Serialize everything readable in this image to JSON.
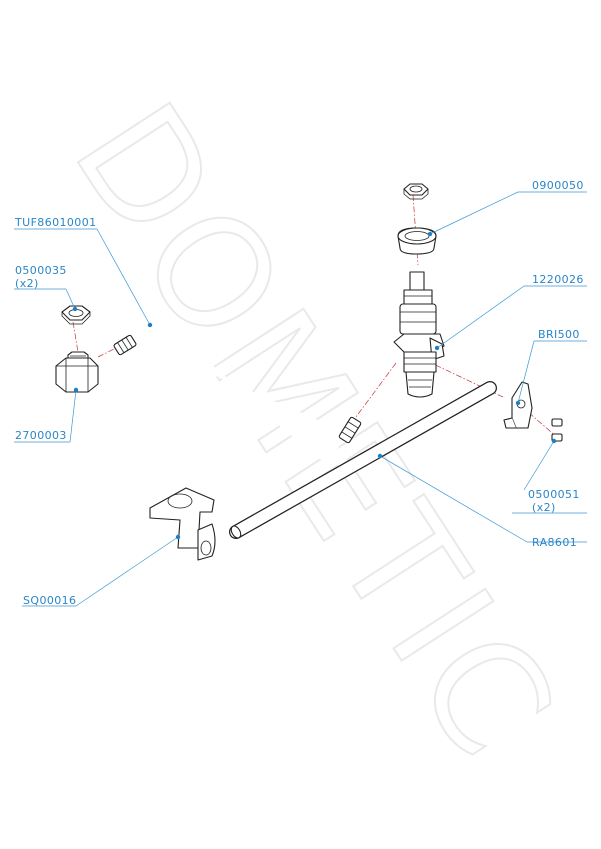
{
  "watermark": "DOMETIC",
  "labels": {
    "tuf": "TUF86010001",
    "nut_code": "0500035",
    "nut_qty": "(x2)",
    "fitting": "2700003",
    "cap_nut": "0900050",
    "valve": "1220026",
    "bracket": "BRI500",
    "screw_code": "0500051",
    "screw_qty": "(x2)",
    "rod": "RA8601",
    "holder": "SQ00016"
  }
}
